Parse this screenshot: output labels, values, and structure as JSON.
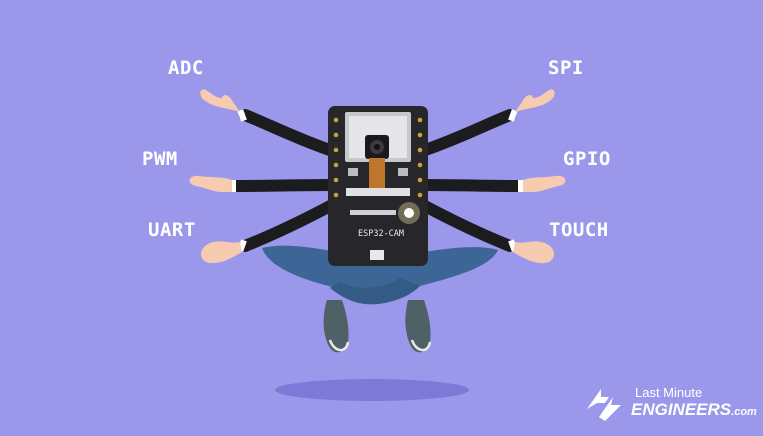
{
  "background_color": "#9b98ec",
  "labels": {
    "adc": "ADC",
    "pwm": "PWM",
    "uart": "UART",
    "spi": "SPI",
    "gpio": "GPIO",
    "touch": "TOUCH"
  },
  "board": {
    "silkscreen": "ESP32-CAM"
  },
  "logo": {
    "line1": "Last Minute",
    "line2": "ENGINEERS",
    "suffix": ".com",
    "icon": "lightning-bolt-icon"
  },
  "colors": {
    "arm": "#1c1c1f",
    "skin": "#f7cbb0",
    "board": "#26262b",
    "pants": "#3d6696",
    "shoe": "#4d6166",
    "shadow": "#7e79d6"
  }
}
